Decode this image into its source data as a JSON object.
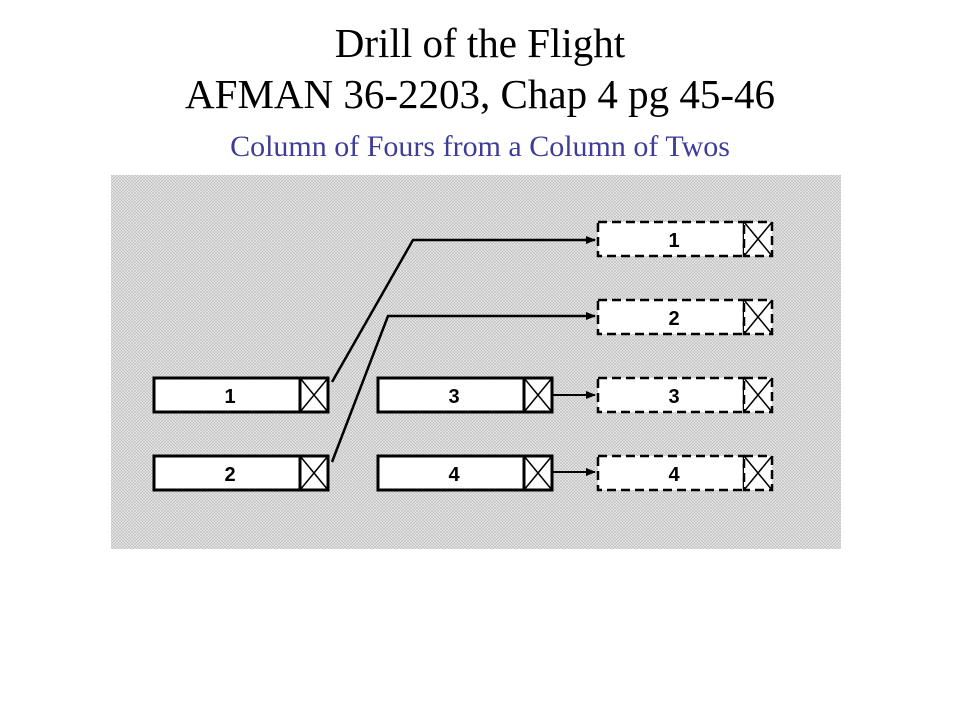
{
  "title": {
    "line1": "Drill of the Flight",
    "line2": "AFMAN 36-2203, Chap 4 pg 45-46"
  },
  "subtitle": {
    "text": "Column of Fours from a Column of Twos",
    "color": "#3d3d99"
  },
  "diagram": {
    "start_elements": [
      {
        "label": "1"
      },
      {
        "label": "2"
      },
      {
        "label": "3"
      },
      {
        "label": "4"
      }
    ],
    "final_elements": [
      {
        "label": "1"
      },
      {
        "label": "2"
      },
      {
        "label": "3"
      },
      {
        "label": "4"
      }
    ],
    "colors": {
      "background_hatch": "#b8b8b8",
      "background_fill": "#ececec",
      "box_fill": "#ffffff",
      "stroke": "#000000"
    }
  }
}
